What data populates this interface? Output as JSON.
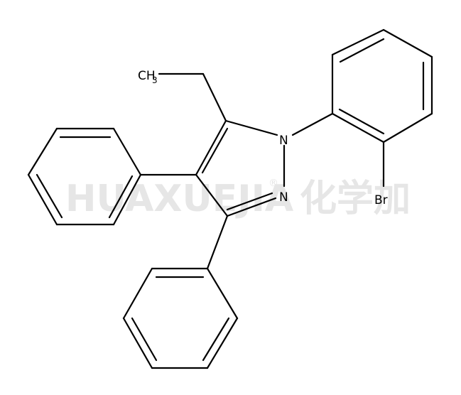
{
  "watermark": {
    "text": "HUAXUEJIA",
    "registered": "®",
    "cn": "化学加"
  },
  "labels": {
    "ch3_main": "CH",
    "ch3_sub": "3",
    "n1": "N",
    "n2": "N",
    "br": "Br"
  },
  "colors": {
    "bond": "#000000",
    "watermark": "#e6e6e6"
  }
}
